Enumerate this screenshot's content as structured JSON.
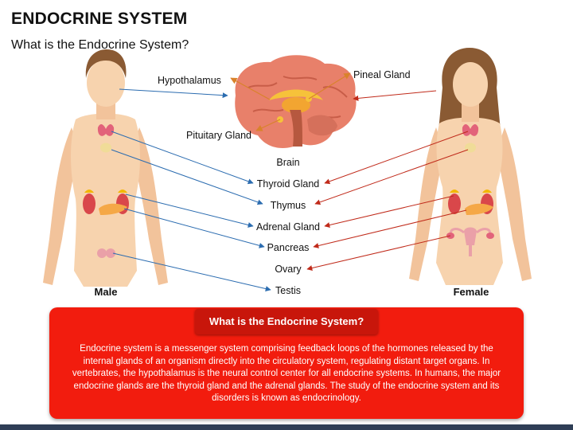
{
  "title": "ENDOCRINE SYSTEM",
  "subtitle": "What is the Endocrine System?",
  "labels": {
    "hypothalamus": "Hypothalamus",
    "pineal": "Pineal Gland",
    "pituitary": "Pituitary Gland",
    "brain": "Brain",
    "thyroid": "Thyroid Gland",
    "thymus": "Thymus",
    "adrenal": "Adrenal Gland",
    "pancreas": "Pancreas",
    "ovary": "Ovary",
    "testis": "Testis"
  },
  "figures": {
    "male": "Male",
    "female": "Female"
  },
  "info": {
    "heading": "What is the Endocrine System?",
    "body": "Endocrine system is a messenger system comprising feedback loops of the hormones released by the internal glands of an organism directly into the circulatory system, regulating distant target organs. In vertebrates, the hypothalamus is the neural control center for all endocrine systems. In humans, the major endocrine glands are the thyroid gland and the adrenal glands. The study of the endocrine system and its disorders is known as endocrinology."
  },
  "colors": {
    "male_arrow": "#2b6cb0",
    "female_arrow": "#c02a1a",
    "brain_arrow": "#d9822b",
    "info_bg": "#f21c0e",
    "info_tab": "#c8160b",
    "skin": "#f7d3ae",
    "bottom_bar": "#2f3e56"
  }
}
